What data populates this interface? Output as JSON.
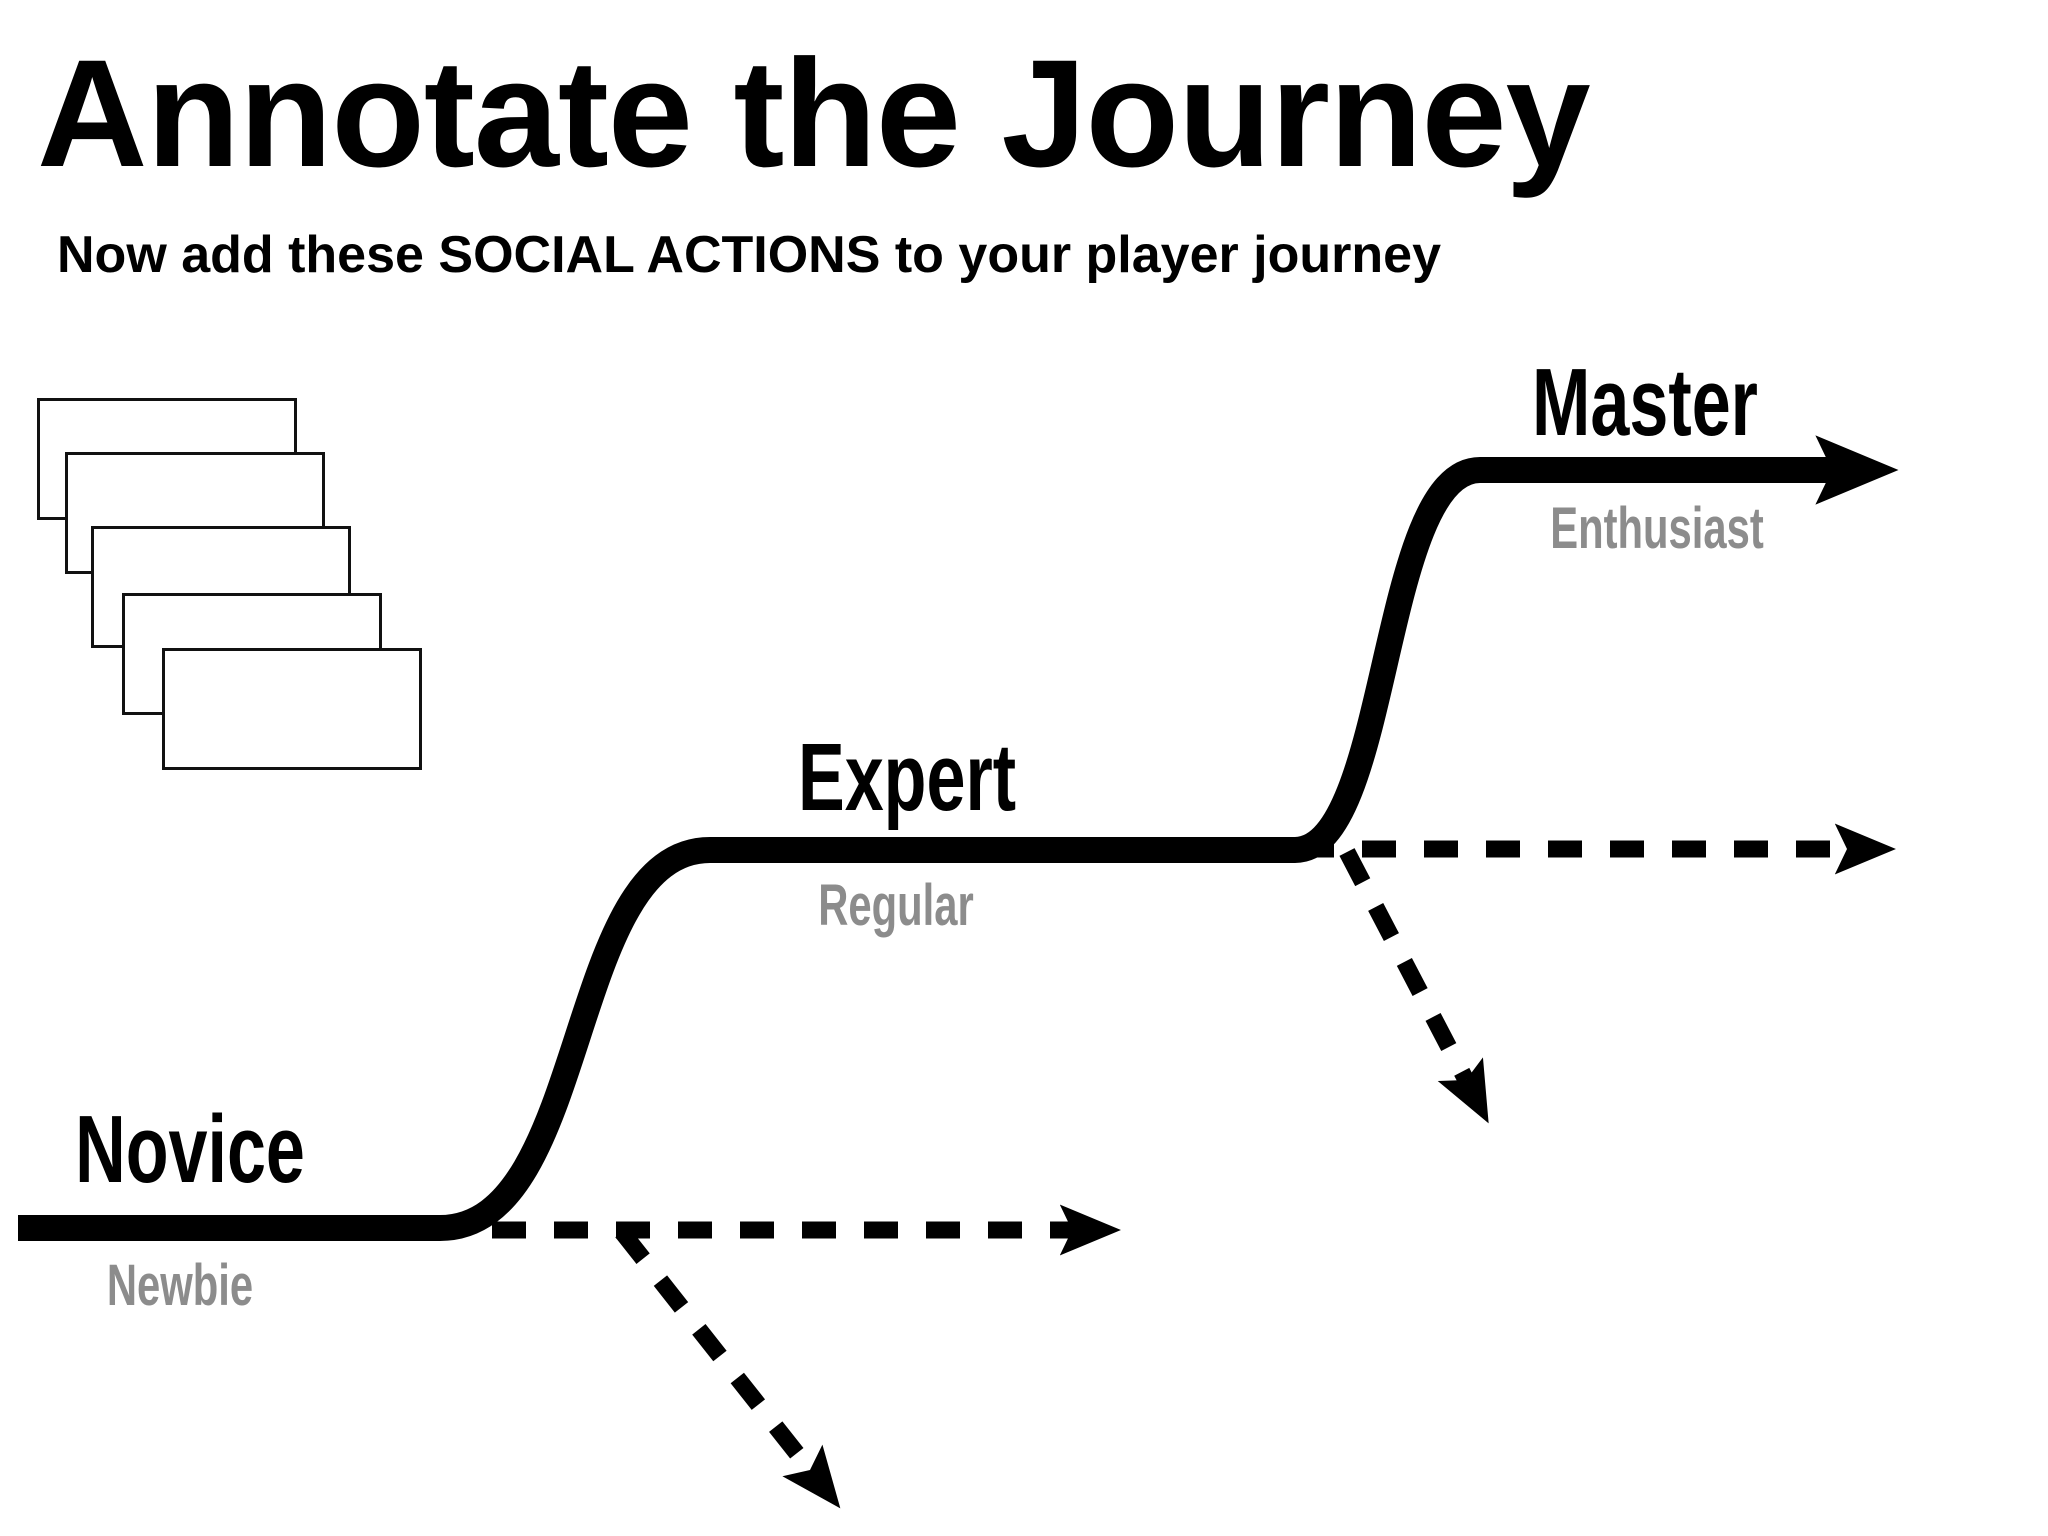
{
  "page": {
    "title": "Annotate the Journey",
    "subtitle": "Now add these SOCIAL ACTIONS to your player journey"
  },
  "journey": {
    "stages": [
      {
        "label": "Novice",
        "sublabel": "Newbie"
      },
      {
        "label": "Expert",
        "sublabel": "Regular"
      },
      {
        "label": "Master",
        "sublabel": "Enthusiast"
      }
    ]
  },
  "cards": {
    "count": 5
  },
  "colors": {
    "line": "#000000",
    "sublabel_gray": "#8c8c8c",
    "background": "#ffffff"
  }
}
